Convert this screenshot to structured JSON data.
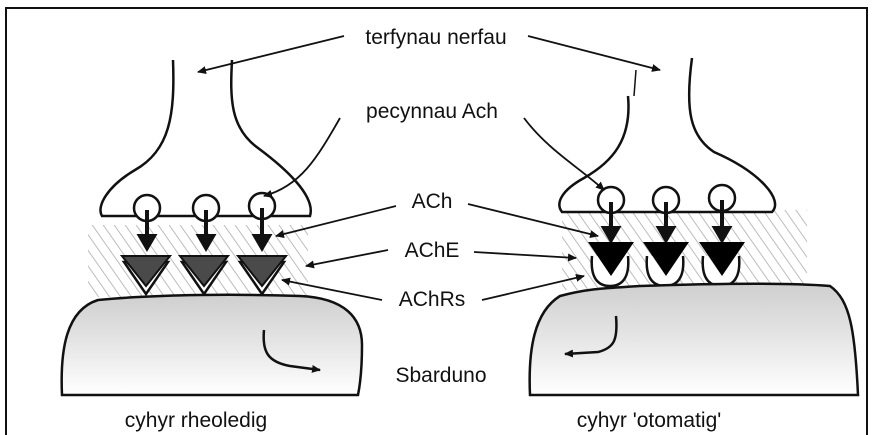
{
  "labels": {
    "nerve_terminals": "terfynau nerfau",
    "ach_packets": "pecynnau Ach",
    "ach": "ACh",
    "ache": "AChE",
    "achrs": "AChRs",
    "trigger": "Sbarduno",
    "voluntary_muscle": "cyhyr rheoledig",
    "automatic_muscle": "cyhyr 'otomatig'"
  },
  "colors": {
    "line": "#111111",
    "muscle_fill": "#dcdcdc",
    "left_receptor_fill": "#4a4a4a",
    "right_receptor_fill": "#000000",
    "hatch": "#b5b5b5"
  },
  "icons": {
    "vesicle": "circle",
    "ach_release": "down-arrow",
    "receptor_left": "triangle",
    "receptor_right": "triangle-with-cup"
  }
}
